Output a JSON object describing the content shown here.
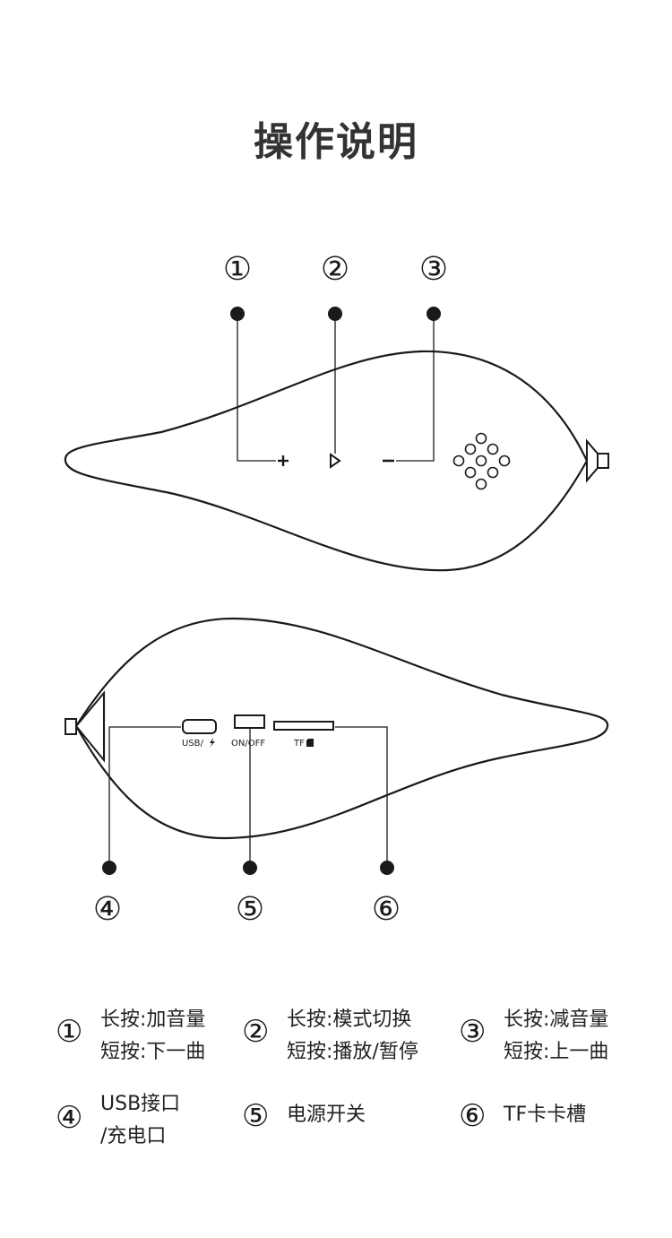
{
  "title": "操作说明",
  "callouts": {
    "c1": "①",
    "c2": "②",
    "c3": "③",
    "c4": "④",
    "c5": "⑤",
    "c6": "⑥"
  },
  "port_labels": {
    "usb": "USB/",
    "power": "ON/OFF",
    "tf": "TF"
  },
  "legend": [
    {
      "num": "①",
      "line1": "长按:加音量",
      "line2": "短按:下一曲"
    },
    {
      "num": "②",
      "line1": "长按:模式切换",
      "line2": "短按:播放/暂停"
    },
    {
      "num": "③",
      "line1": "长按:减音量",
      "line2": "短按:上一曲"
    },
    {
      "num": "④",
      "line1": "USB接口",
      "line2": "/充电口"
    },
    {
      "num": "⑤",
      "line1": "电源开关",
      "line2": ""
    },
    {
      "num": "⑥",
      "line1": "TF卡卡槽",
      "line2": ""
    }
  ]
}
